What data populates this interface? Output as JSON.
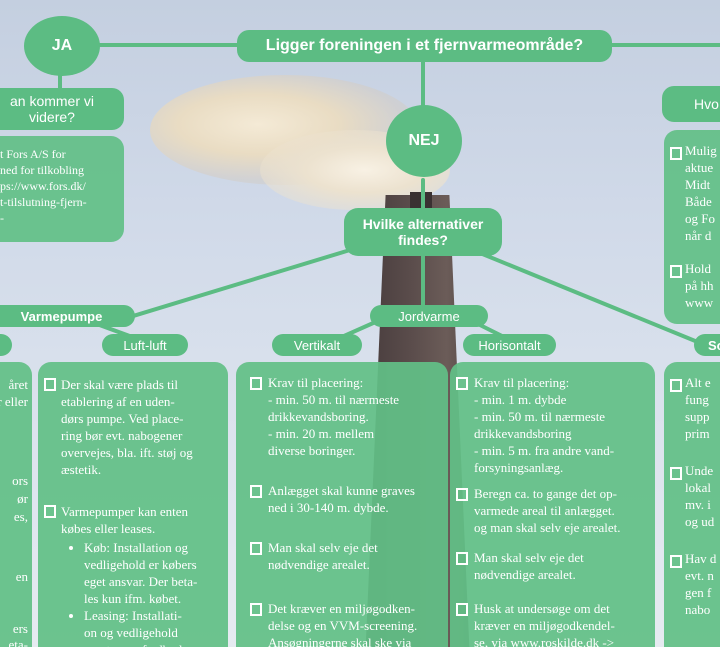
{
  "colors": {
    "node_green": "#5cbc83",
    "box_green": "#62bf86",
    "text": "#ffffff"
  },
  "root": {
    "label": "Ligger foreningen i et fjernvarmeområde?"
  },
  "yes_node": {
    "label": "JA"
  },
  "no_node": {
    "label": "NEJ"
  },
  "yes_question": {
    "label": "an kommer vi\n videre?"
  },
  "yes_box": {
    "text": "t Fors A/S for\nned for tilkobling\nps://www.fors.dk/\nt-tilslutning-fjern-\n-"
  },
  "right_question": {
    "label": "Hvo"
  },
  "right_box": {
    "items": [
      {
        "text": "Mulig\naktue\nMidt\nBåde\nog Fo\nnår d"
      },
      {
        "text": "Hold\npå hh\nwww"
      }
    ]
  },
  "alternatives_node": {
    "label": "Hvilke alternativer\nfindes?"
  },
  "heat_pump": {
    "label": "Varmepumpe",
    "air_air_label": "Luft-luft",
    "left_box_fragments": [
      "året",
      "er eller",
      "ors",
      "ør",
      "es,",
      "en",
      "ers",
      "eta-"
    ],
    "air_air_items": [
      {
        "text": "Der skal være plads til\netablering af en uden-\ndørs pumpe. Ved place-\nring bør evt. nabogener\novervejes, bla. ift. støj og\næstetik."
      },
      {
        "text": "Varmepumper kan enten\nkøbes eller leases.",
        "bullets": [
          "Køb: Installation og\nvedligehold er købers\neget ansvar. Der beta-\nles kun ifm. købet.",
          "Leasing: Installati-\non og vedligehold\nvaretages af udbyder."
        ]
      }
    ]
  },
  "ground_heat": {
    "label": "Jordvarme",
    "vertical_label": "Vertikalt",
    "horizontal_label": "Horisontalt",
    "vertical_items": [
      {
        "text": "Krav til placering:\n- min. 50 m. til nærmeste\ndrikkevandsboring.\n- min. 20 m. mellem\ndiverse boringer."
      },
      {
        "text": "Anlægget skal kunne graves\nned i 30-140 m. dybde."
      },
      {
        "text": "Man skal selv eje det\nnødvendige arealet."
      },
      {
        "text": "Det kræver en miljøgodken-\ndelse og en VVM-screening.\nAnsøgningerne skal ske via"
      }
    ],
    "horizontal_items": [
      {
        "text": "Krav til placering:\n- min. 1 m. dybde\n- min. 50 m. til nærmeste\ndrikkevandsboring\n- min. 5 m. fra andre vand-\nforsyningsanlæg."
      },
      {
        "text": "Beregn ca. to gange det op-\nvarmede areal til anlægget.\nog man skal selv eje arealet."
      },
      {
        "text": "Man skal selv eje det\nnødvendige arealet."
      },
      {
        "text": "Husk at undersøge om det\nkræver en miljøgodkendel-\nse, via www.roskilde.dk ->"
      }
    ]
  },
  "solar": {
    "label": "So",
    "items": [
      {
        "text": "Alt e\nfung\nsupp\nprim"
      },
      {
        "text": "Unde\nlokal\nmv. i\nog ud"
      },
      {
        "text": "Hav d\nevt. n\ngen f\nnabo"
      }
    ]
  }
}
